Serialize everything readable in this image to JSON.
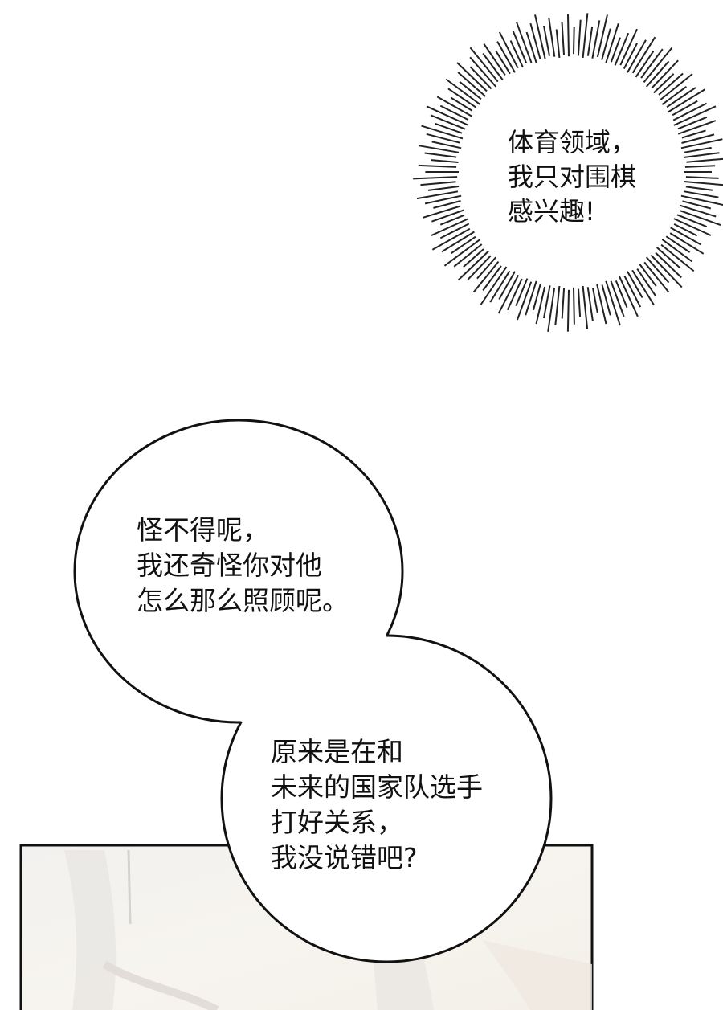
{
  "panel": {
    "background": "#ffffff",
    "border_color": "#111111",
    "scene_tint": "#f6f3ee"
  },
  "burst_bubble": {
    "style": "thought-burst",
    "lines": [
      "体育领域，",
      "我只对围棋",
      "感兴趣!"
    ]
  },
  "speech_bubble_top": {
    "lines": [
      "怪不得呢，",
      "我还奇怪你对他",
      "怎么那么照顾呢。"
    ]
  },
  "speech_bubble_bottom": {
    "lines": [
      "原来是在和",
      "未来的国家队选手",
      "打好关系，",
      "我没说错吧?"
    ]
  }
}
